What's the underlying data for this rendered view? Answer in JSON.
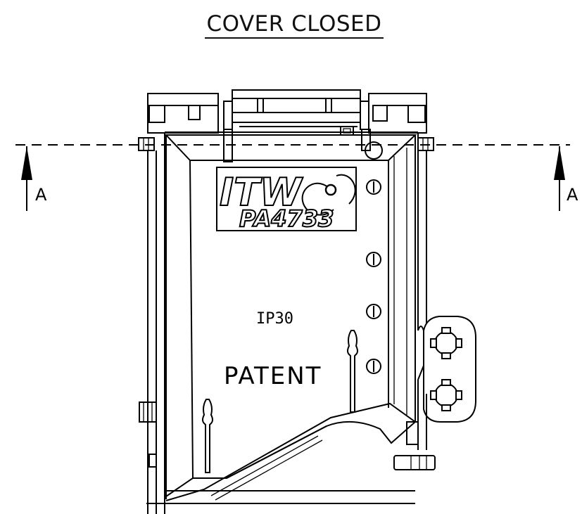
{
  "title": "COVER CLOSED",
  "section_label_left": "A",
  "section_label_right": "A",
  "logo_brand": "ITW",
  "logo_part_number": "PA4733",
  "ip_rating": "IP30",
  "patent_label": "PATENT"
}
